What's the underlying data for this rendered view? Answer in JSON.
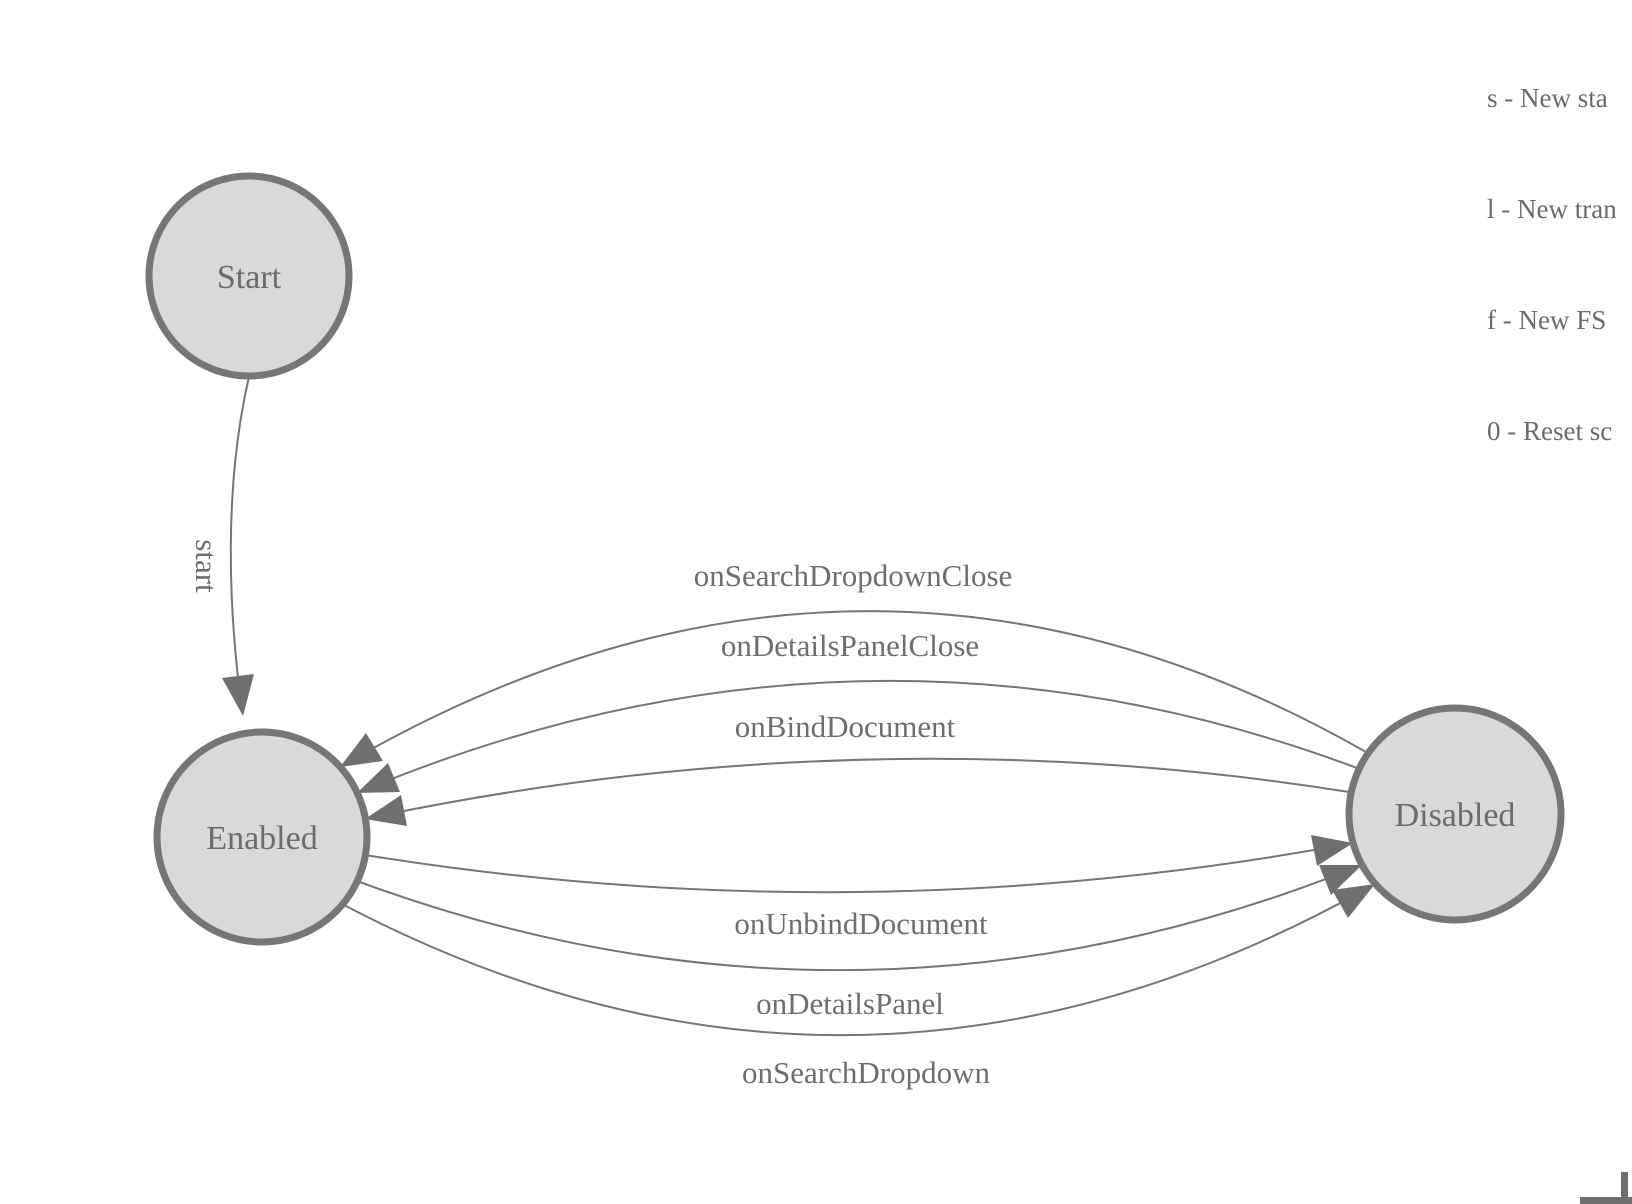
{
  "legend": {
    "lines": [
      "s - New sta",
      "l - New tran",
      "f - New FS",
      "0 - Reset sc"
    ]
  },
  "nodes": {
    "start": "Start",
    "enabled": "Enabled",
    "disabled": "Disabled"
  },
  "edges": {
    "start_label": "start",
    "to_enabled": [
      "onSearchDropdownClose",
      "onDetailsPanelClose",
      "onBindDocument"
    ],
    "to_disabled": [
      "onUnbindDocument",
      "onDetailsPanel",
      "onSearchDropdown"
    ]
  },
  "colors": {
    "node_fill": "#d9d9d9",
    "node_stroke": "#767676",
    "edge_line": "#757575",
    "arrowhead": "#6f6f6f",
    "text": "#6b6b6b",
    "background": "#ffffff"
  }
}
